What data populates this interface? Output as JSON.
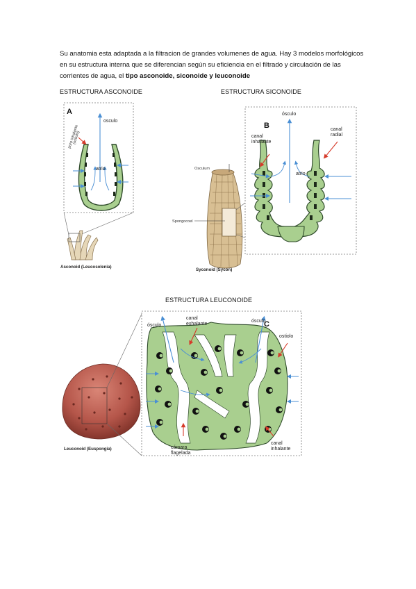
{
  "intro": {
    "part1": "Su anatomia esta adaptada a la filtracion de grandes volumenes de agua. Hay 3 modelos morfológicos en su estructura interna que se diferencian según su eficiencia en el filtrado y circulación de las corrientes de agua, el ",
    "bold": "tipo asconoide, siconoide y leuconoide"
  },
  "headings": {
    "asconoide": "ESTRUCTURA ASCONOIDE",
    "siconoide": "ESTRUCTURA SICONOIDE",
    "leuconoide": "ESTRUCTURA LEUCONOIDE"
  },
  "fig_a": {
    "letter": "A",
    "osculo": "osculo",
    "poro": "poro inhalante",
    "porocito": "(ostiolo)",
    "atrio": "atrio",
    "caption": "Asconoid (Leucosolenia)"
  },
  "fig_b": {
    "letter": "B",
    "osculo": "ósculo",
    "canal_inh_1": "canal",
    "canal_inh_2": "inhalante",
    "canal_rad_1": "canal",
    "canal_rad_2": "radial",
    "atrio": "atrio",
    "osculum": "Osculum",
    "spongocoel": "Spongocoel",
    "caption": "Syconoid (Sycon)"
  },
  "fig_c": {
    "letter": "C",
    "osculo_left": "ósculo",
    "osculo_right": "ósculo",
    "canal_exh_1": "canal",
    "canal_exh_2": "exhalante",
    "ostiolo": "ostiolo",
    "camara_1": "cámara",
    "camara_2": "flagelada",
    "canal_inh_1": "canal",
    "canal_inh_2": "inhalante",
    "caption": "Leuconoid (Euspongia)"
  },
  "colors": {
    "body_green": "#a9cf8f",
    "dark_outline": "#2e4a2a",
    "arrow_blue": "#4a8fd4",
    "red_arrow": "#d63a2a",
    "sponge_brown": "#b5564a"
  }
}
